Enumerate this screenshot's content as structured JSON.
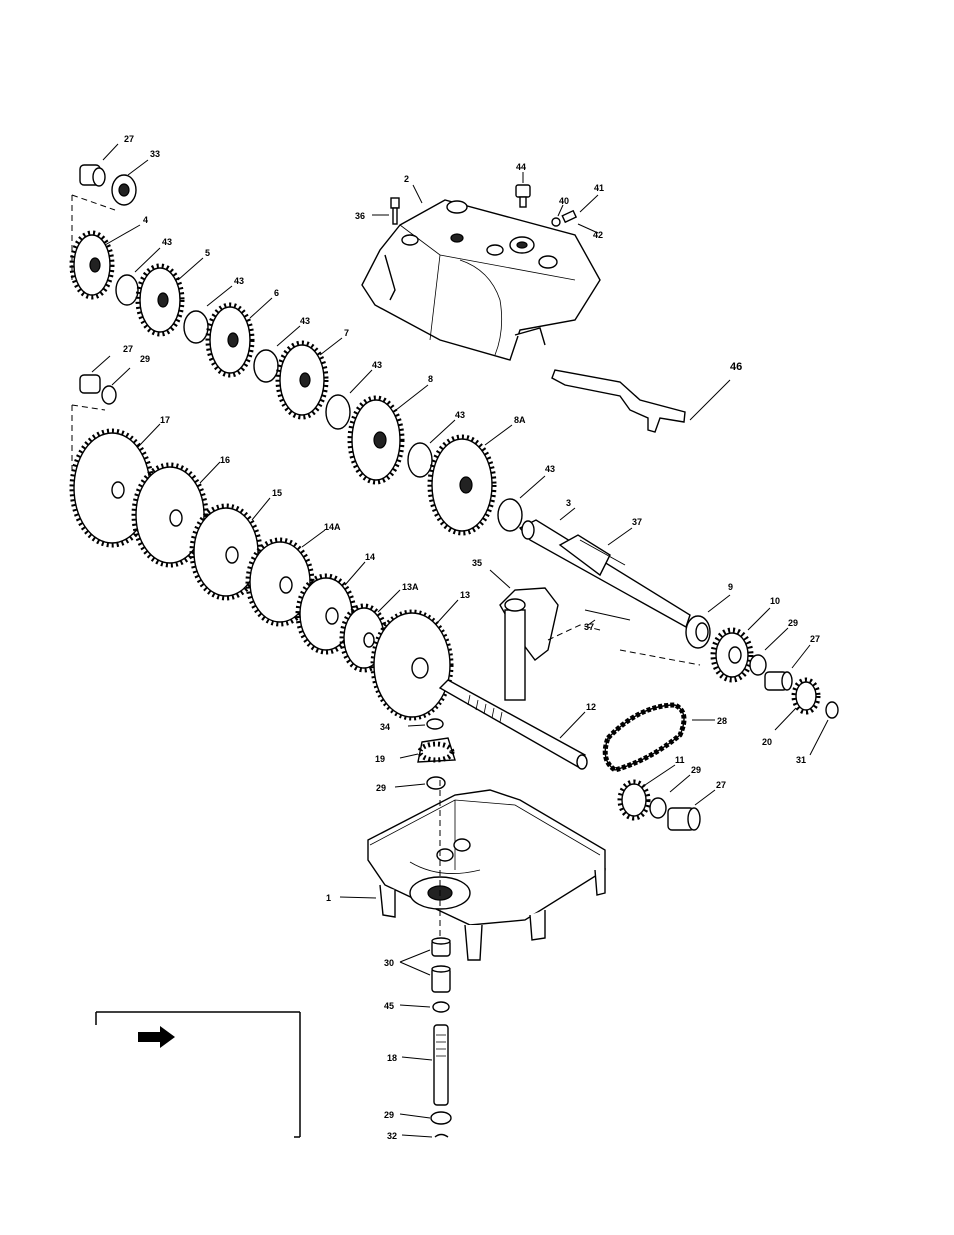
{
  "callouts": {
    "c27a": "27",
    "c33": "33",
    "c4": "4",
    "c43a": "43",
    "c5": "5",
    "c43b": "43",
    "c6": "6",
    "c43c": "43",
    "c7": "7",
    "c43d": "43",
    "c8": "8",
    "c43e": "43",
    "c8A": "8A",
    "c43f": "43",
    "c27b": "27",
    "c29a": "29",
    "c17": "17",
    "c16": "16",
    "c15": "15",
    "c14A": "14A",
    "c14": "14",
    "c13A": "13A",
    "c13": "13",
    "c44": "44",
    "c2": "2",
    "c40": "40",
    "c41": "41",
    "c42": "42",
    "c36": "36",
    "c46": "46",
    "c3": "3",
    "c37a": "37",
    "c37b": "37",
    "c35": "35",
    "c9": "9",
    "c10": "10",
    "c29b": "29",
    "c27c": "27",
    "c20": "20",
    "c31": "31",
    "c12": "12",
    "c28": "28",
    "c34": "34",
    "c19": "19",
    "c29c": "29",
    "c11": "11",
    "c29d": "29",
    "c27d": "27",
    "c1": "1",
    "c30": "30",
    "c45": "45",
    "c18": "18",
    "c29e": "29",
    "c32": "32"
  },
  "icons": {
    "legend_arrow": "right-arrow-icon"
  }
}
